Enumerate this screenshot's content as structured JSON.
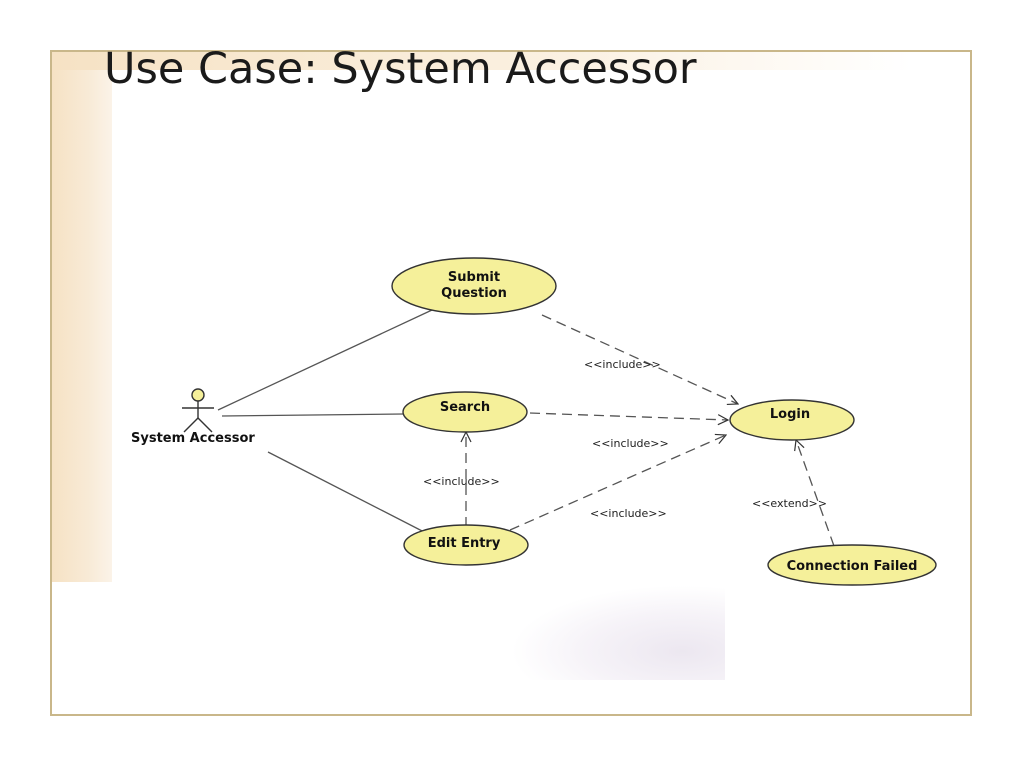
{
  "slide": {
    "title": "Use Case:  System Accessor"
  },
  "diagram": {
    "actor": {
      "label": "System Accessor",
      "icon": "stick-figure-icon"
    },
    "use_cases": {
      "submit_question": {
        "line1": "Submit",
        "line2": "Question"
      },
      "search": {
        "label": "Search"
      },
      "login": {
        "label": "Login"
      },
      "edit_entry": {
        "label": "Edit Entry"
      },
      "connection_failed": {
        "label": "Connection Failed"
      }
    },
    "relationships": {
      "submit_to_login": "<<include>>",
      "search_to_login": "<<include>>",
      "edit_to_search": "<<include>>",
      "edit_to_login": "<<include>>",
      "connfail_to_login": "<<extend>>"
    },
    "colors": {
      "use_case_fill": "#f5f09a",
      "use_case_stroke": "#333333",
      "frame_border": "#c9b78a"
    }
  }
}
